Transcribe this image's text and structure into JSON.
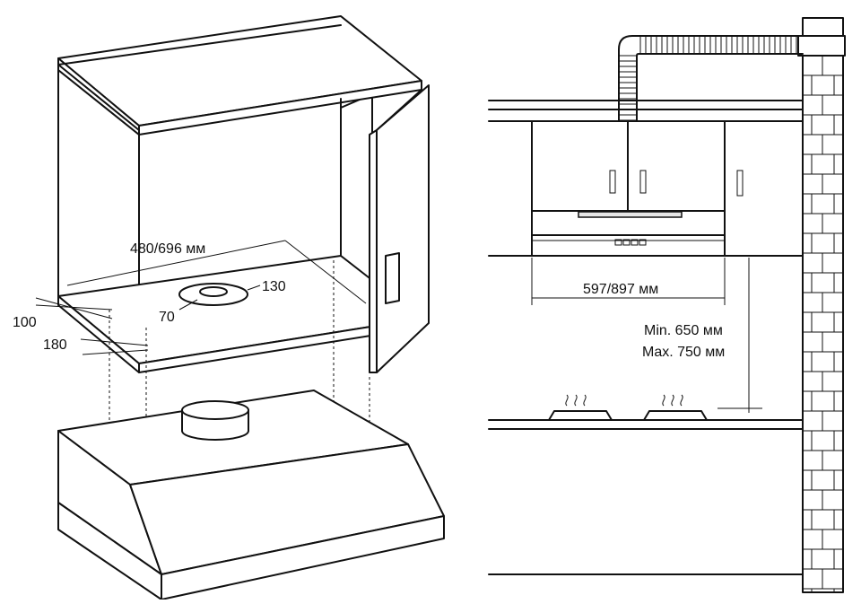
{
  "left_diagram": {
    "cabinet_width_label": "480/696 мм",
    "cutout_outer_label": "130",
    "cutout_inner_label": "70",
    "offset_front_label": "100",
    "offset_side_label": "180"
  },
  "right_diagram": {
    "hood_width_label": "597/897 мм",
    "height_min_label": "Min. 650 мм",
    "height_max_label": "Max. 750 мм"
  }
}
